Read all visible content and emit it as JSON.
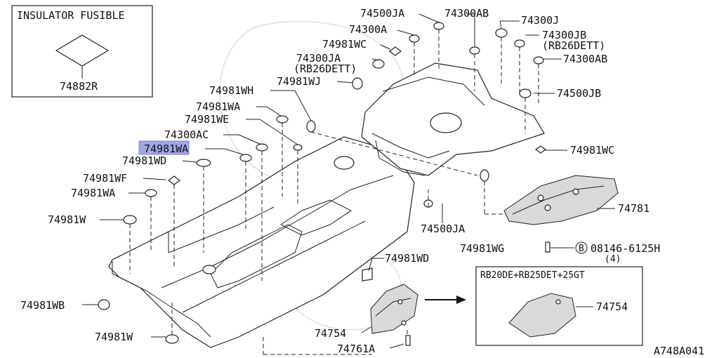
{
  "insulator_box": {
    "title": "INSULATOR FUSIBLE",
    "part": "74882R"
  },
  "variant_box": {
    "title": "RB20DE+RB25DET+25GT",
    "part": "74754"
  },
  "labels": {
    "l_74500JA_top": "74500JA",
    "l_74300AB_top": "74300AB",
    "l_74300J": "74300J",
    "l_74300A": "74300A",
    "l_74300JB": "74300JB",
    "l_74300JB_note": "(RB26DETT)",
    "l_74981WC_top": "74981WC",
    "l_74300AB_right": "74300AB",
    "l_74300JA": "74300JA",
    "l_74300JA_note": "(RB26DETT)",
    "l_74981WJ": "74981WJ",
    "l_74500JB": "74500JB",
    "l_74981WH": "74981WH",
    "l_74981WA_1": "74981WA",
    "l_74981WE": "74981WE",
    "l_74300AC": "74300AC",
    "l_74981WA_sel": "74981WA",
    "l_74981WD_1": "74981WD",
    "l_74981WC_right": "74981WC",
    "l_74981WF": "74981WF",
    "l_74981WA_2": "74981WA",
    "l_74781": "74781",
    "l_74981W_1": "74981W",
    "l_74500JA_mid": "74500JA",
    "l_74981WG": "74981WG",
    "l_bolt_circle": "B",
    "l_bolt": "08146-6125H",
    "l_bolt_qty": "(4)",
    "l_74981WD_2": "74981WD",
    "l_74981WB": "74981WB",
    "l_74754": "74754",
    "l_74981W_2": "74981W",
    "l_74761A": "74761A",
    "l_ref": "A748A041"
  }
}
